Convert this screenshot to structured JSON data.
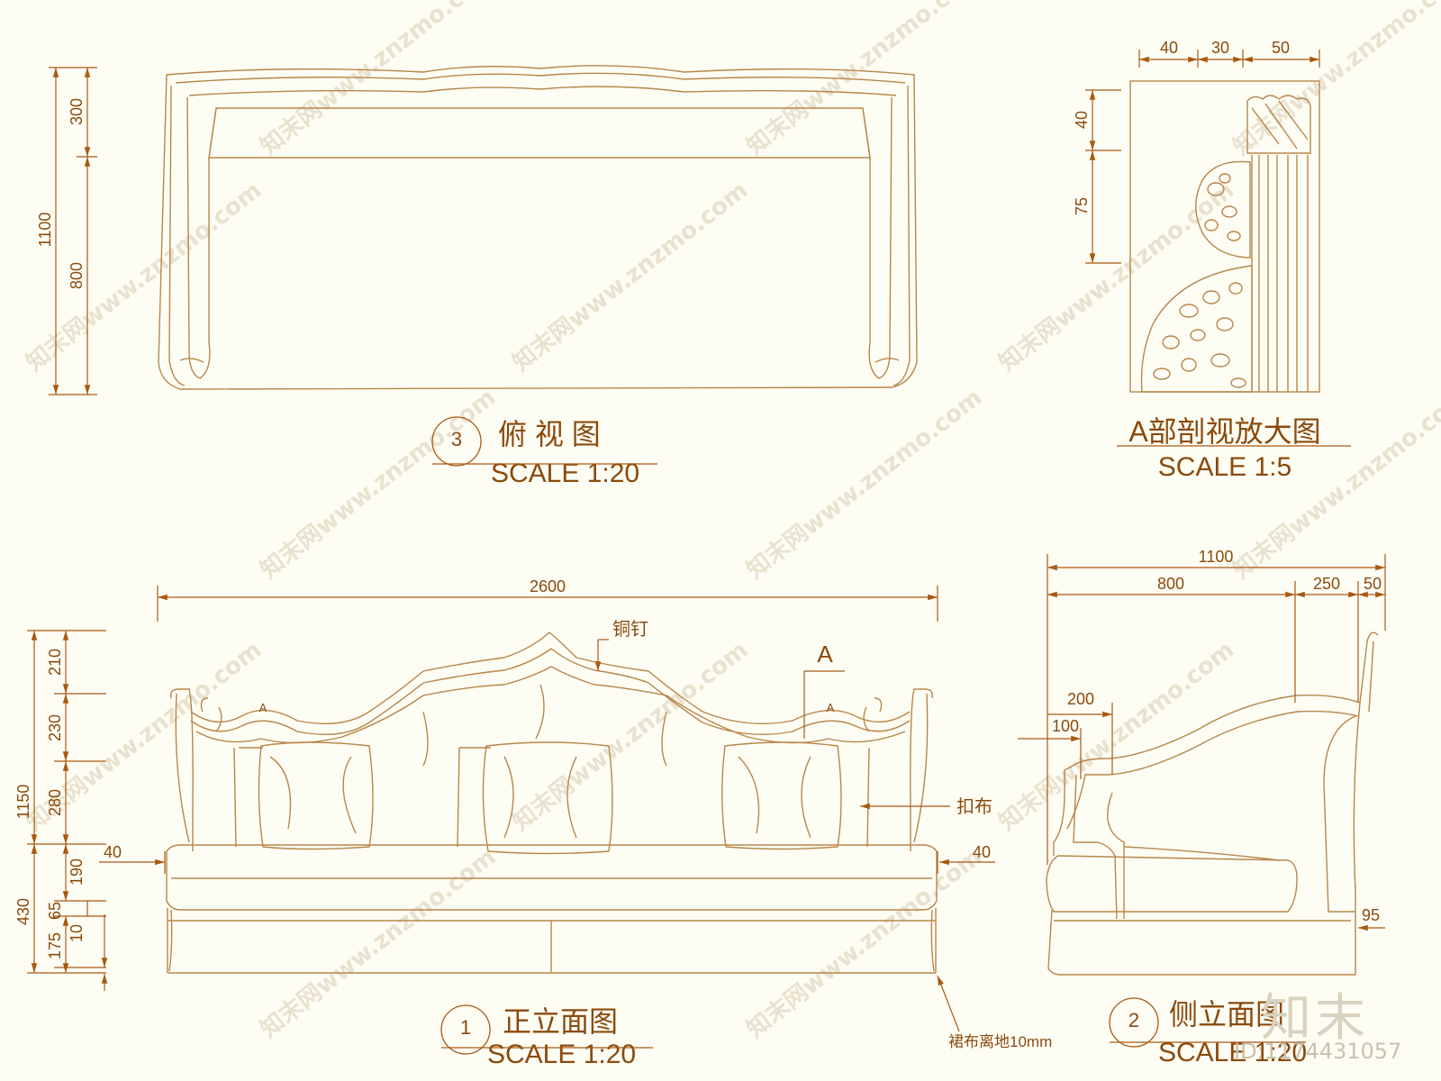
{
  "colors": {
    "line": "#B8864A",
    "dim": "#A85A10",
    "text": "#8A4A0C",
    "bg": "#FEFDF4",
    "watermark": "#E9E2CF"
  },
  "watermark_text": "知末网www.znzmo.com",
  "brand": {
    "logo": "知末",
    "id": "ID:1174431057"
  },
  "views": {
    "top": {
      "number": "3",
      "title": "俯 视 图",
      "scale": "SCALE 1:20",
      "dims": {
        "total": "1100",
        "back": "300",
        "seat": "800"
      }
    },
    "section": {
      "title": "A部剖视放大图",
      "scale": "SCALE 1:5",
      "dims": {
        "top1": "40",
        "top2": "30",
        "top3": "50",
        "left1": "40",
        "left2": "75"
      }
    },
    "front": {
      "number": "1",
      "title": "正立面图",
      "scale": "SCALE 1:20",
      "dims": {
        "width": "2600",
        "total_h": "1150",
        "h1": "210",
        "h2": "230",
        "h3": "280",
        "base": "430",
        "b1": "190",
        "b2": "65",
        "b3": "175",
        "b4": "10",
        "side_left": "40",
        "side_right": "40"
      },
      "labels": {
        "copper_nail": "铜钉",
        "section_mark": "A",
        "small_a1": "A",
        "small_a2": "A",
        "button_cloth": "扣布",
        "skirt_note": "裙布离地10mm"
      }
    },
    "side": {
      "number": "2",
      "title": "侧立面图",
      "scale": "SCALE 1:20",
      "dims": {
        "total": "1100",
        "d1": "800",
        "d2": "250",
        "d3": "50",
        "arm1": "200",
        "arm2": "100",
        "leg": "95"
      }
    }
  }
}
